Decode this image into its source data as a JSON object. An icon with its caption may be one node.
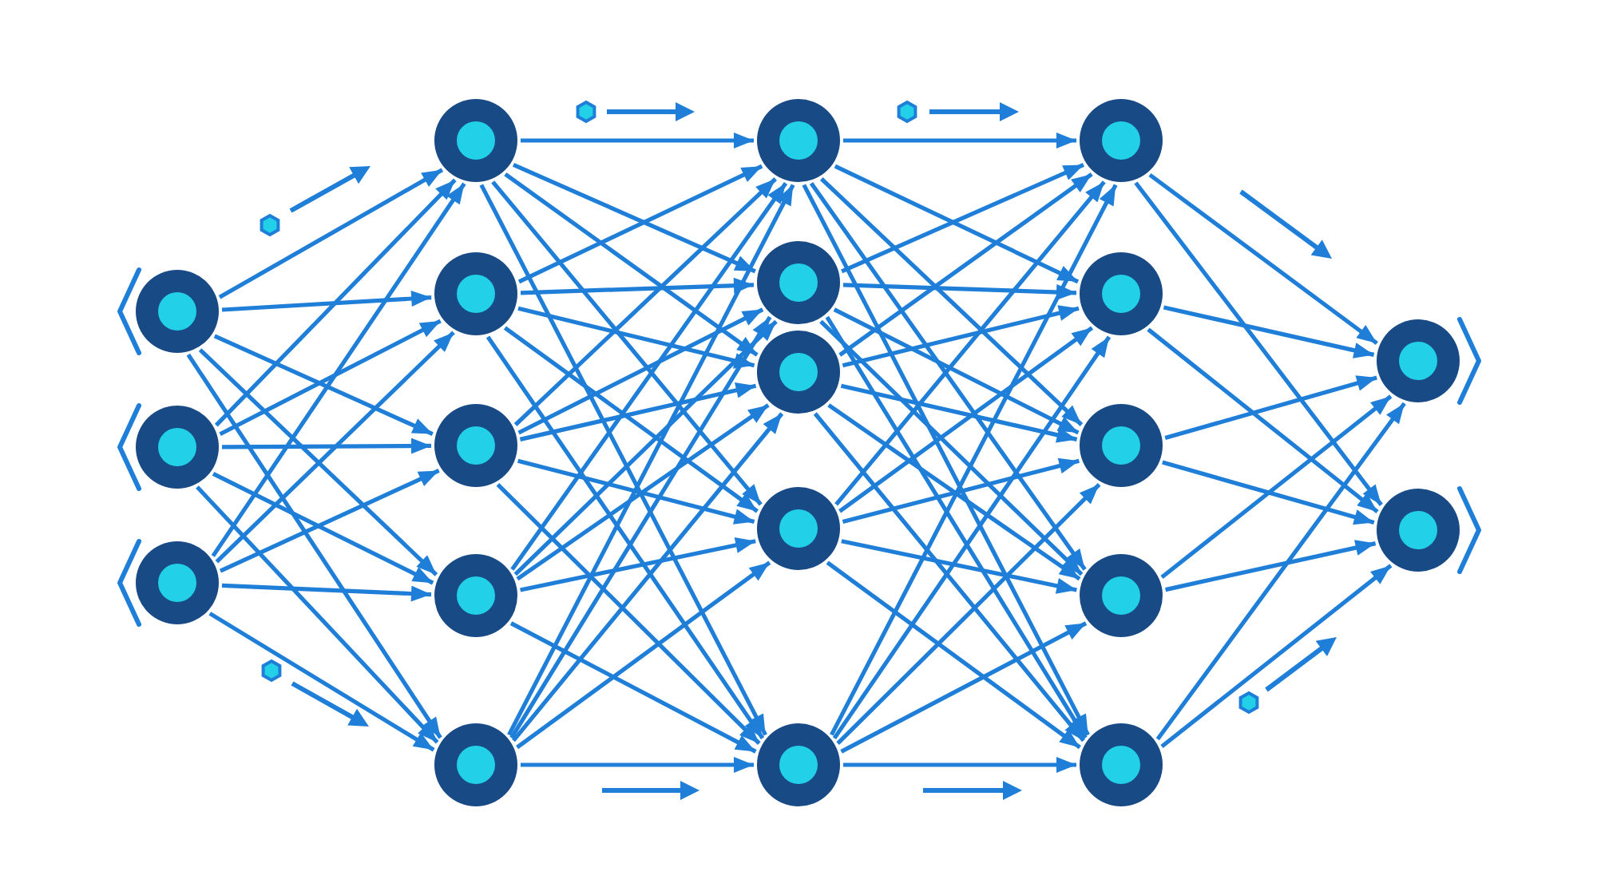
{
  "diagram": {
    "nodes": [
      {
        "text": [],
        "shape": "circle"
      },
      {
        "text": [],
        "shape": "circle"
      },
      {
        "text": [],
        "shape": "circle"
      },
      {
        "text": [],
        "shape": "circle"
      },
      {
        "text": [],
        "shape": "circle"
      },
      {
        "text": [],
        "shape": "circle"
      },
      {
        "text": [],
        "shape": "circle"
      },
      {
        "text": [],
        "shape": "circle"
      },
      {
        "text": [],
        "shape": "circle"
      },
      {
        "text": [],
        "shape": "circle"
      },
      {
        "text": [],
        "shape": "circle"
      },
      {
        "text": [],
        "shape": "circle"
      },
      {
        "text": [],
        "shape": "circle"
      },
      {
        "text": [],
        "shape": "circle"
      },
      {
        "text": [],
        "shape": "circle"
      },
      {
        "text": [],
        "shape": "circle"
      },
      {
        "text": [],
        "shape": "circle"
      },
      {
        "text": [],
        "shape": "circle"
      },
      {
        "text": [],
        "shape": "circle"
      },
      {
        "text": [],
        "shape": "circle"
      }
    ],
    "edges": [
      {
        "from": 0,
        "to": 3,
        "arrow": "to"
      },
      {
        "from": 0,
        "to": 4,
        "arrow": "to"
      },
      {
        "from": 0,
        "to": 5,
        "arrow": "to"
      },
      {
        "from": 0,
        "to": 6,
        "arrow": "to"
      },
      {
        "from": 0,
        "to": 7,
        "arrow": "to"
      },
      {
        "from": 1,
        "to": 3,
        "arrow": "to"
      },
      {
        "from": 1,
        "to": 4,
        "arrow": "to"
      },
      {
        "from": 1,
        "to": 5,
        "arrow": "to"
      },
      {
        "from": 1,
        "to": 6,
        "arrow": "to"
      },
      {
        "from": 1,
        "to": 7,
        "arrow": "to"
      },
      {
        "from": 2,
        "to": 3,
        "arrow": "to"
      },
      {
        "from": 2,
        "to": 4,
        "arrow": "to"
      },
      {
        "from": 2,
        "to": 5,
        "arrow": "to"
      },
      {
        "from": 2,
        "to": 6,
        "arrow": "to"
      },
      {
        "from": 2,
        "to": 7,
        "arrow": "to"
      },
      {
        "from": 3,
        "to": 8,
        "arrow": "to"
      },
      {
        "from": 3,
        "to": 9,
        "arrow": "to"
      },
      {
        "from": 3,
        "to": 10,
        "arrow": "to"
      },
      {
        "from": 3,
        "to": 11,
        "arrow": "to"
      },
      {
        "from": 3,
        "to": 12,
        "arrow": "to"
      },
      {
        "from": 4,
        "to": 8,
        "arrow": "to"
      },
      {
        "from": 4,
        "to": 9,
        "arrow": "to"
      },
      {
        "from": 4,
        "to": 10,
        "arrow": "to"
      },
      {
        "from": 4,
        "to": 11,
        "arrow": "to"
      },
      {
        "from": 4,
        "to": 12,
        "arrow": "to"
      },
      {
        "from": 5,
        "to": 8,
        "arrow": "to"
      },
      {
        "from": 5,
        "to": 9,
        "arrow": "to"
      },
      {
        "from": 5,
        "to": 10,
        "arrow": "to"
      },
      {
        "from": 5,
        "to": 11,
        "arrow": "to"
      },
      {
        "from": 5,
        "to": 12,
        "arrow": "to"
      },
      {
        "from": 6,
        "to": 8,
        "arrow": "to"
      },
      {
        "from": 6,
        "to": 9,
        "arrow": "to"
      },
      {
        "from": 6,
        "to": 10,
        "arrow": "to"
      },
      {
        "from": 6,
        "to": 11,
        "arrow": "to"
      },
      {
        "from": 6,
        "to": 12,
        "arrow": "to"
      },
      {
        "from": 7,
        "to": 8,
        "arrow": "to"
      },
      {
        "from": 7,
        "to": 9,
        "arrow": "to"
      },
      {
        "from": 7,
        "to": 10,
        "arrow": "to"
      },
      {
        "from": 7,
        "to": 11,
        "arrow": "to"
      },
      {
        "from": 7,
        "to": 12,
        "arrow": "to"
      },
      {
        "from": 8,
        "to": 13,
        "arrow": "to"
      },
      {
        "from": 8,
        "to": 14,
        "arrow": "to"
      },
      {
        "from": 8,
        "to": 15,
        "arrow": "to"
      },
      {
        "from": 8,
        "to": 16,
        "arrow": "to"
      },
      {
        "from": 8,
        "to": 17,
        "arrow": "to"
      },
      {
        "from": 9,
        "to": 13,
        "arrow": "to"
      },
      {
        "from": 9,
        "to": 14,
        "arrow": "to"
      },
      {
        "from": 9,
        "to": 15,
        "arrow": "to"
      },
      {
        "from": 9,
        "to": 16,
        "arrow": "to"
      },
      {
        "from": 9,
        "to": 17,
        "arrow": "to"
      },
      {
        "from": 10,
        "to": 13,
        "arrow": "to"
      },
      {
        "from": 10,
        "to": 14,
        "arrow": "to"
      },
      {
        "from": 10,
        "to": 15,
        "arrow": "to"
      },
      {
        "from": 10,
        "to": 16,
        "arrow": "to"
      },
      {
        "from": 10,
        "to": 17,
        "arrow": "to"
      },
      {
        "from": 11,
        "to": 13,
        "arrow": "to"
      },
      {
        "from": 11,
        "to": 14,
        "arrow": "to"
      },
      {
        "from": 11,
        "to": 15,
        "arrow": "to"
      },
      {
        "from": 11,
        "to": 16,
        "arrow": "to"
      },
      {
        "from": 11,
        "to": 17,
        "arrow": "to"
      },
      {
        "from": 12,
        "to": 13,
        "arrow": "to"
      },
      {
        "from": 12,
        "to": 14,
        "arrow": "to"
      },
      {
        "from": 12,
        "to": 15,
        "arrow": "to"
      },
      {
        "from": 12,
        "to": 16,
        "arrow": "to"
      },
      {
        "from": 12,
        "to": 17,
        "arrow": "to"
      },
      {
        "from": 13,
        "to": 18,
        "arrow": "to"
      },
      {
        "from": 13,
        "to": 19,
        "arrow": "to"
      },
      {
        "from": 14,
        "to": 18,
        "arrow": "to"
      },
      {
        "from": 14,
        "to": 19,
        "arrow": "to"
      },
      {
        "from": 15,
        "to": 18,
        "arrow": "to"
      },
      {
        "from": 15,
        "to": 19,
        "arrow": "to"
      },
      {
        "from": 16,
        "to": 18,
        "arrow": "to"
      },
      {
        "from": 16,
        "to": 19,
        "arrow": "to"
      },
      {
        "from": 17,
        "to": 18,
        "arrow": "to"
      },
      {
        "from": 17,
        "to": 19,
        "arrow": "to"
      }
    ]
  }
}
